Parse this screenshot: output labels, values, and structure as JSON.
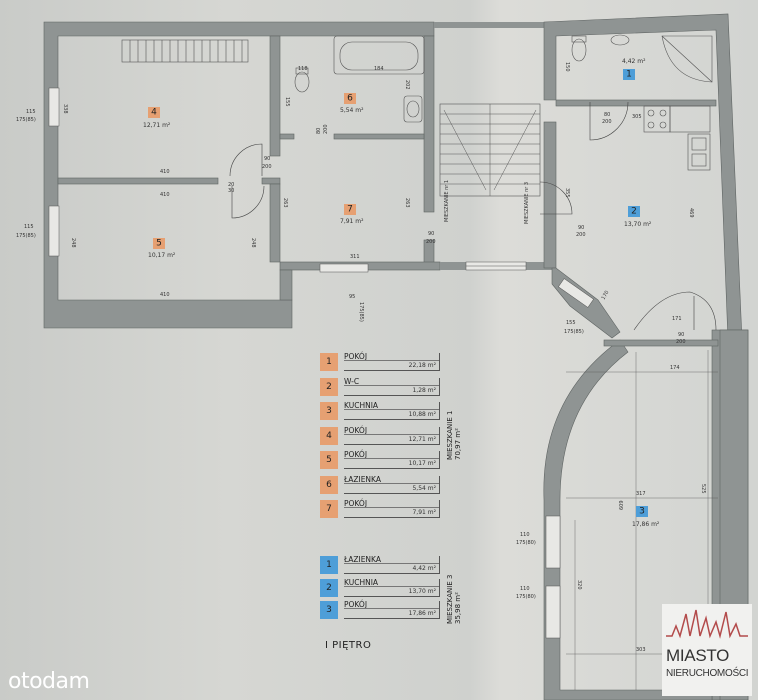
{
  "floor_label": "I PIĘTRO",
  "watermark": "otodam",
  "logo": {
    "line1": "MIASTO",
    "line2": "NIERUCHOMOŚCI"
  },
  "colors": {
    "orange": "#e6a072",
    "blue": "#4e9ed8",
    "wall": "#8f9493"
  },
  "rooms": [
    {
      "id": "4",
      "area": "12,71 m²",
      "color": "orange"
    },
    {
      "id": "5",
      "area": "10,17 m²",
      "color": "orange"
    },
    {
      "id": "6",
      "area": "5,54 m²",
      "color": "orange"
    },
    {
      "id": "7",
      "area": "7,91 m²",
      "color": "orange"
    },
    {
      "id": "1",
      "area": "4,42 m²",
      "color": "blue"
    },
    {
      "id": "2",
      "area": "13,70 m²",
      "color": "blue"
    },
    {
      "id": "3",
      "area": "17,86 m²",
      "color": "blue"
    }
  ],
  "dims": {
    "d410a": "410",
    "d410b": "410",
    "d410c": "410",
    "d338": "338",
    "d248a": "248",
    "d248b": "248",
    "d115a": "115",
    "d175a": "175(85)",
    "d115b": "115",
    "d175b": "175(85)",
    "d90a": "90",
    "d200a": "200",
    "d20": "20",
    "d30": "30",
    "d118": "118",
    "d184": "184",
    "d155": "155",
    "d202": "202",
    "d80a": "80",
    "d200b": "200",
    "d263a": "263",
    "d263b": "263",
    "d311": "311",
    "d90b": "90",
    "d200c": "200",
    "d95": "95",
    "d175c": "175(85)",
    "d150": "150",
    "d80b": "80",
    "d200d": "200",
    "d305": "305",
    "d355": "355",
    "d469": "469",
    "d90c": "90",
    "d200e": "200",
    "d170": "170",
    "d155b": "155",
    "d175d": "175(85)",
    "d171": "171",
    "d90d": "90",
    "d200f": "200",
    "d174": "174",
    "d525": "525",
    "d317": "317",
    "d609": "609",
    "d320": "320",
    "d303": "303",
    "d110a": "110",
    "d175e": "175(80)",
    "d110b": "110",
    "d175f": "175(80)"
  },
  "stair_labels": {
    "m1": "MIESZKANIE nr 1",
    "m3": "MIESZKANIE nr 3"
  },
  "legend1": {
    "title": "MIESZKANIE 1",
    "total": "70,97 m²",
    "items": [
      {
        "num": "1",
        "name": "POKÓJ",
        "area": "22,18 m²"
      },
      {
        "num": "2",
        "name": "W-C",
        "area": "1,28 m²"
      },
      {
        "num": "3",
        "name": "KUCHNIA",
        "area": "10,88 m²"
      },
      {
        "num": "4",
        "name": "POKÓJ",
        "area": "12,71 m²"
      },
      {
        "num": "5",
        "name": "POKÓJ",
        "area": "10,17 m²"
      },
      {
        "num": "6",
        "name": "ŁAZIENKA",
        "area": "5,54 m²"
      },
      {
        "num": "7",
        "name": "POKÓJ",
        "area": "7,91 m²"
      }
    ]
  },
  "legend3": {
    "title": "MIESZKANIE 3",
    "total": "35,98 m²",
    "items": [
      {
        "num": "1",
        "name": "ŁAZIENKA",
        "area": "4,42 m²"
      },
      {
        "num": "2",
        "name": "KUCHNIA",
        "area": "13,70 m²"
      },
      {
        "num": "3",
        "name": "POKÓJ",
        "area": "17,86 m²"
      }
    ]
  }
}
